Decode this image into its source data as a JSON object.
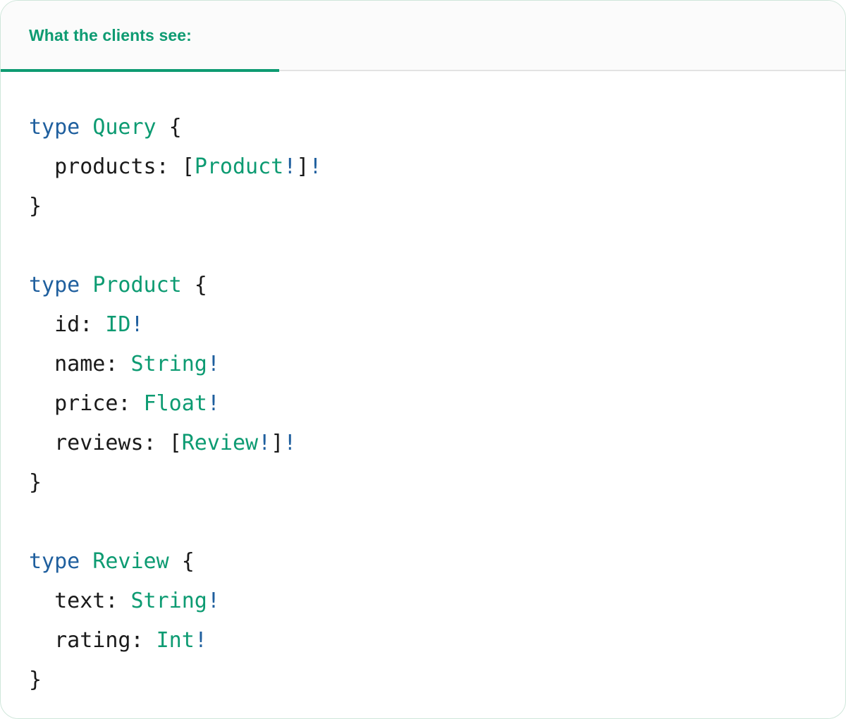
{
  "tab": {
    "label": "What the clients see:",
    "active": true,
    "accent_color": "#0e9b72"
  },
  "theme": {
    "card_bg": "#ffffff",
    "card_border": "#cfe6da",
    "tabbar_bg": "#fbfbfb",
    "tabbar_border": "#e3e3e3",
    "keyword_color": "#1f5f9e",
    "typename_color": "#0d9b72",
    "punctuation_color": "#1a1a1a",
    "nonnull_color": "#1f5f9e"
  },
  "code": {
    "language": "graphql",
    "raw": "type Query {\n  products: [Product!]!\n}\n\ntype Product {\n  id: ID!\n  name: String!\n  price: Float!\n  reviews: [Review!]!\n}\n\ntype Review {\n  text: String!\n  rating: Int!\n}",
    "lines": [
      {
        "tokens": [
          {
            "t": "type",
            "c": "kw"
          },
          {
            "t": " ",
            "c": "punc"
          },
          {
            "t": "Query",
            "c": "tname"
          },
          {
            "t": " {",
            "c": "punc"
          }
        ]
      },
      {
        "tokens": [
          {
            "t": "  products: ",
            "c": "fld"
          },
          {
            "t": "[",
            "c": "punc"
          },
          {
            "t": "Product",
            "c": "tname"
          },
          {
            "t": "!",
            "c": "bang"
          },
          {
            "t": "]",
            "c": "punc"
          },
          {
            "t": "!",
            "c": "bang"
          }
        ]
      },
      {
        "tokens": [
          {
            "t": "}",
            "c": "punc"
          }
        ]
      },
      {
        "tokens": []
      },
      {
        "tokens": [
          {
            "t": "type",
            "c": "kw"
          },
          {
            "t": " ",
            "c": "punc"
          },
          {
            "t": "Product",
            "c": "tname"
          },
          {
            "t": " {",
            "c": "punc"
          }
        ]
      },
      {
        "tokens": [
          {
            "t": "  id: ",
            "c": "fld"
          },
          {
            "t": "ID",
            "c": "tname"
          },
          {
            "t": "!",
            "c": "bang"
          }
        ]
      },
      {
        "tokens": [
          {
            "t": "  name: ",
            "c": "fld"
          },
          {
            "t": "String",
            "c": "tname"
          },
          {
            "t": "!",
            "c": "bang"
          }
        ]
      },
      {
        "tokens": [
          {
            "t": "  price: ",
            "c": "fld"
          },
          {
            "t": "Float",
            "c": "tname"
          },
          {
            "t": "!",
            "c": "bang"
          }
        ]
      },
      {
        "tokens": [
          {
            "t": "  reviews: ",
            "c": "fld"
          },
          {
            "t": "[",
            "c": "punc"
          },
          {
            "t": "Review",
            "c": "tname"
          },
          {
            "t": "!",
            "c": "bang"
          },
          {
            "t": "]",
            "c": "punc"
          },
          {
            "t": "!",
            "c": "bang"
          }
        ]
      },
      {
        "tokens": [
          {
            "t": "}",
            "c": "punc"
          }
        ]
      },
      {
        "tokens": []
      },
      {
        "tokens": [
          {
            "t": "type",
            "c": "kw"
          },
          {
            "t": " ",
            "c": "punc"
          },
          {
            "t": "Review",
            "c": "tname"
          },
          {
            "t": " {",
            "c": "punc"
          }
        ]
      },
      {
        "tokens": [
          {
            "t": "  text: ",
            "c": "fld"
          },
          {
            "t": "String",
            "c": "tname"
          },
          {
            "t": "!",
            "c": "bang"
          }
        ]
      },
      {
        "tokens": [
          {
            "t": "  rating: ",
            "c": "fld"
          },
          {
            "t": "Int",
            "c": "tname"
          },
          {
            "t": "!",
            "c": "bang"
          }
        ]
      },
      {
        "tokens": [
          {
            "t": "}",
            "c": "punc"
          }
        ]
      }
    ]
  }
}
